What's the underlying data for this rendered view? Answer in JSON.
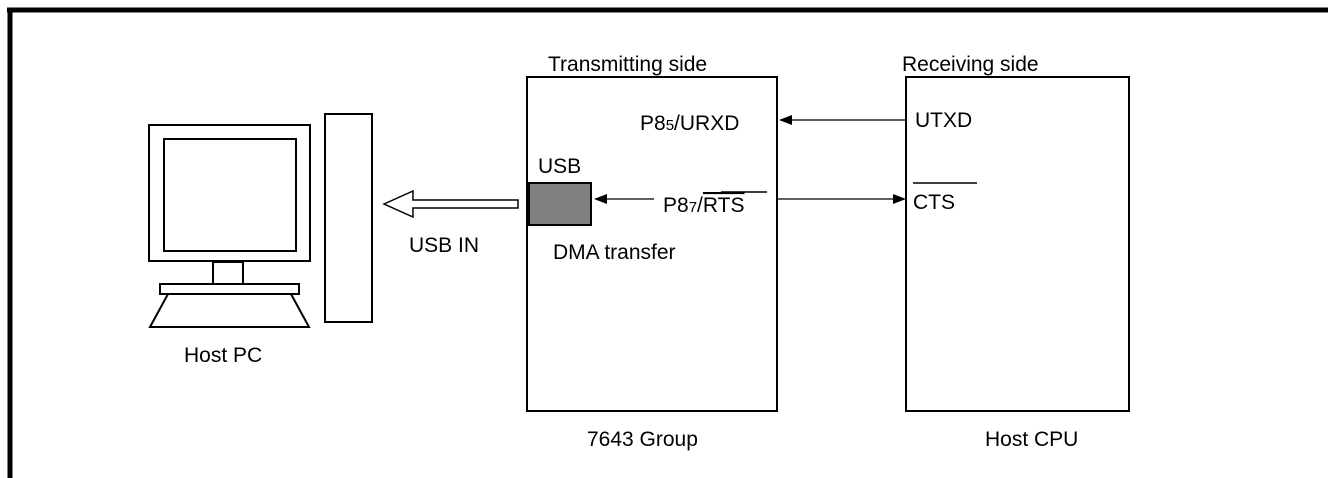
{
  "labels": {
    "transmitting_side": "Transmitting side",
    "receiving_side": "Receiving side",
    "usb": "USB",
    "dma_transfer": "DMA transfer",
    "usb_in": "USB IN",
    "host_pc": "Host PC",
    "group_7643": "7643 Group",
    "host_cpu": "Host CPU",
    "utxd": "UTXD",
    "cts": "CTS",
    "p85_prefix": "P8",
    "p85_sub": "5",
    "p85_suffix": "/URXD",
    "p87_prefix": "P8",
    "p87_sub": "7",
    "p87_slash": "/",
    "p87_signal": "RTS"
  },
  "colors": {
    "usb_block_fill": "#808080",
    "line": "#000000",
    "background": "#ffffff"
  }
}
